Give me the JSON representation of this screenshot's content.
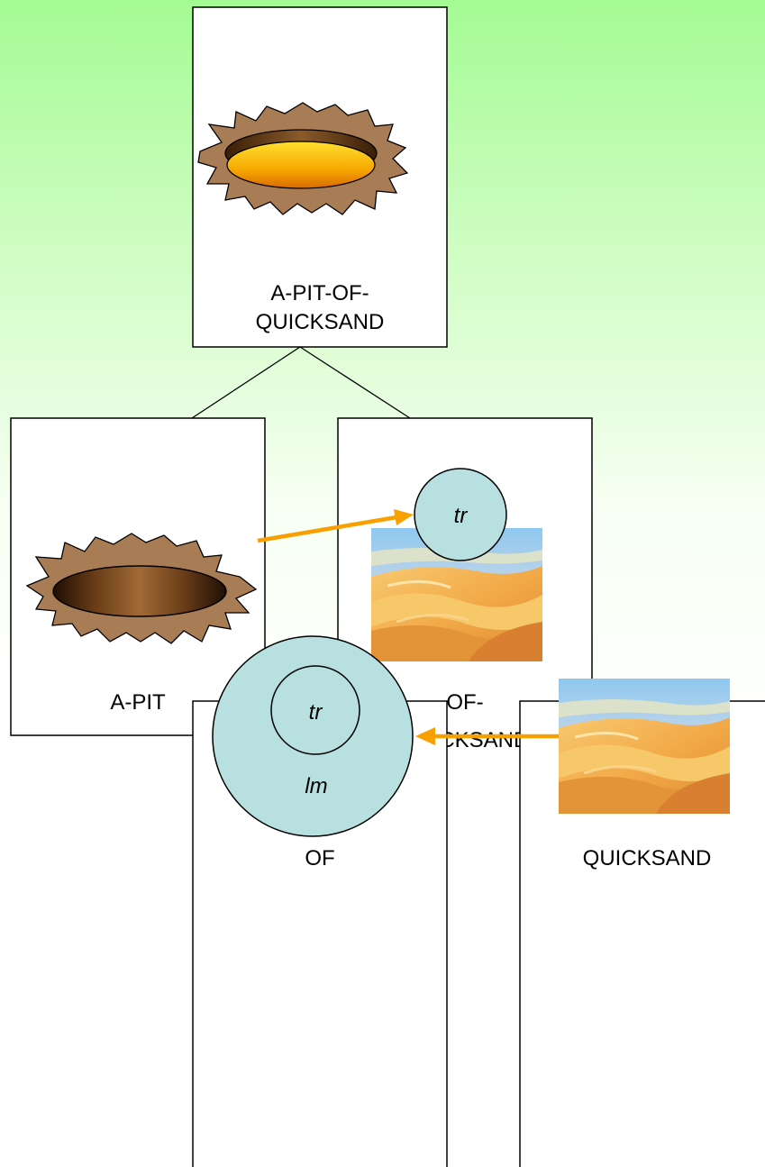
{
  "nodes": {
    "root": {
      "label_line1": "A-PIT-OF-",
      "label_line2": "QUICKSAND",
      "icon": "pit-glowing-icon"
    },
    "left": {
      "label": "A-PIT",
      "icon": "pit-dark-icon"
    },
    "middle": {
      "label_line1": "OF-",
      "label_line2": "QUICKSAND",
      "icon": "desert-dunes-icon",
      "circle_label": "tr"
    },
    "of": {
      "label": "OF",
      "inner_label": "tr",
      "outer_label": "lm"
    },
    "quicksand": {
      "label": "QUICKSAND",
      "icon": "desert-dunes-icon"
    }
  },
  "colors": {
    "arrow": "#f7a000",
    "circle_fill": "#b8e0e0",
    "pit_edge": "#a87d55",
    "sand": "#f2b14a",
    "sky": "#9fd0ef"
  }
}
